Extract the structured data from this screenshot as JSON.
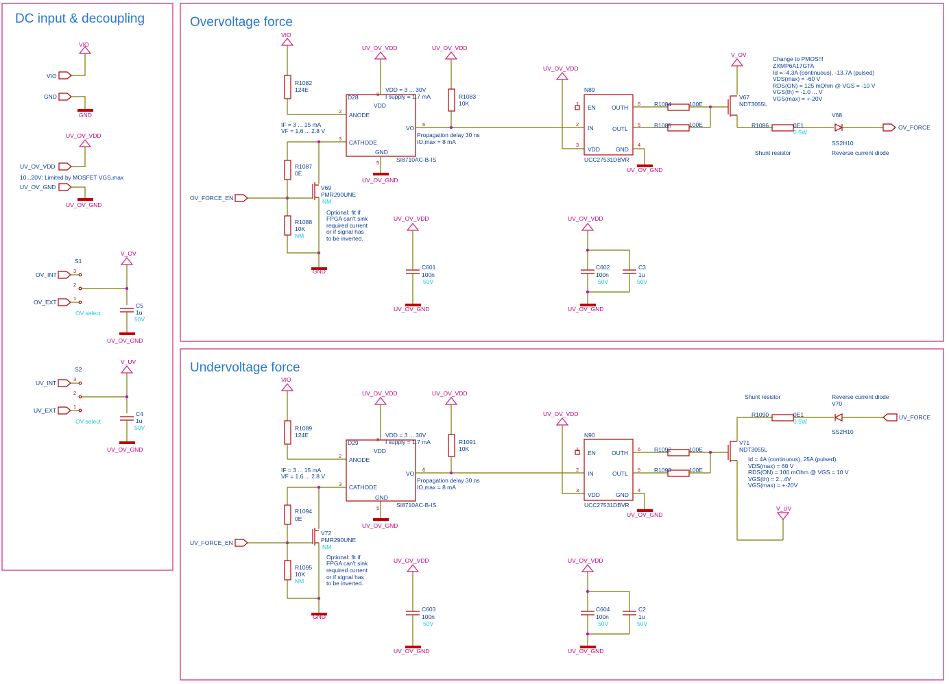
{
  "sections": {
    "dc": "DC input & decoupling",
    "ov": "Overvoltage force",
    "uv": "Undervoltage force"
  },
  "dc": {
    "vio": "VIO",
    "vio_port": "VIO",
    "gnd_port": "GND",
    "gnd": "GND",
    "uv_ov_vdd": "UV_OV_VDD",
    "uv_ov_vdd_port": "UV_OV_VDD",
    "note": "10...20V: Limited by MOSFET VGS,max",
    "uv_ov_gnd_port": "UV_OV_GND",
    "uv_ov_gnd": "UV_OV_GND",
    "s1": "S1",
    "v_ov": "V_OV",
    "ov_int": "OV_INT",
    "ov_ext": "OV_EXT",
    "ov_select": "OV select",
    "c5": "C5",
    "c5_val": "1u",
    "c5_v": "50V",
    "gnd1": "UV_OV_GND",
    "s2": "S2",
    "v_uv": "V_UV",
    "uv_int": "UV_INT",
    "uv_ext": "UV_EXT",
    "ov_select2": "OV select",
    "c4": "C4",
    "c4_val": "1u",
    "c4_v": "50V",
    "gnd2": "UV_OV_GND"
  },
  "ov": {
    "vio": "VIO",
    "r_a": "R1082",
    "r_a_val": "124E",
    "if": "IF = 3 ... 15 mA",
    "vf": "VF = 1.6 ... 2.8 V",
    "r_b": "R1087",
    "r_b_val": "0E",
    "r_c": "R1088",
    "r_c_val": "10K",
    "r_c_nm": "NM",
    "force_en": "OV_FORCE_EN",
    "q_small": "V69",
    "q_small_part": "PMR290UNE",
    "q_small_nm": "NM",
    "optional": [
      "Optional: fit if",
      "FPGA can't sink",
      "required current",
      "or if signal has",
      "to be inverted."
    ],
    "gnd": "GND",
    "iso": "D28",
    "iso_anode": "ANODE",
    "iso_cathode": "CATHODE",
    "iso_vdd": "VDD",
    "iso_gnd": "GND",
    "iso_vo": "VO",
    "iso_part": "SI8710AC-B-IS",
    "iso_spec1": "VDD = 3 ... 30V",
    "iso_spec2": "I supply = 1.7 mA",
    "prop1": "Propagation delay 30 ns",
    "prop2": "IO,max = 8 mA",
    "vdd1": "UV_OV_VDD",
    "gnd5": "UV_OV_GND",
    "vdd2": "UV_OV_VDD",
    "r_pu": "R1083",
    "r_pu_val": "10K",
    "vdd3": "UV_OV_VDD",
    "drv": "N89",
    "drv_en": "EN",
    "drv_in": "IN",
    "drv_vdd": "VDD",
    "drv_outh": "OUTH",
    "drv_outl": "OUTL",
    "drv_gnd": "GND",
    "drv_part": "UCC27531DBVR",
    "drv_gndnet": "UV_OV_GND",
    "r_h": "R1084",
    "r_h_val": "100E",
    "r_l": "R1085",
    "r_l_val": "100E",
    "rail": "V_OV",
    "fet": "V67",
    "fet_part": "NDT3055L",
    "change": [
      "Change to PMOS!!!",
      "ZXMP6A17GTA",
      "Id = -4.3A (continuous), -13.7A (pulsed)",
      "VDS(max) = -60 V",
      "RDS(ON) = 125 mOhm @ VGS = -10 V",
      "VGS(th) = -1.0 ... V",
      "VGS(max) = +-20V"
    ],
    "shunt": "R1086",
    "shunt_val": "0E1",
    "shunt_w": "0.5W",
    "shunt_lbl": "Shunt resistor",
    "diode": "V68",
    "diode_part": "SS2H10",
    "diode_lbl": "Reverse current diode",
    "out": "OV_FORCE",
    "c601": "C601",
    "c601_val": "100n",
    "c601_v": "50V",
    "c601_vdd": "UV_OV_VDD",
    "c601_gnd": "UV_OV_GND",
    "c602": "C602",
    "c602_val": "100n",
    "c602_v": "50V",
    "c3": "C3",
    "c3_val": "1u",
    "c3_v": "50V",
    "c602_vdd": "UV_OV_VDD",
    "c602_gnd": "UV_OV_GND"
  },
  "uv": {
    "vio": "VIO",
    "r_a": "R1089",
    "r_a_val": "124E",
    "if": "IF = 3 ... 15 mA",
    "vf": "VF = 1.6 ... 2.8 V",
    "r_b": "R1094",
    "r_b_val": "0E",
    "r_c": "R1095",
    "r_c_val": "10K",
    "r_c_nm": "NM",
    "force_en": "UV_FORCE_EN",
    "q_small": "V72",
    "q_small_part": "PMR290UNE",
    "q_small_nm": "NM",
    "optional": [
      "Optional: fit if",
      "FPGA can't sink",
      "required current",
      "or if signal has",
      "to be inverted."
    ],
    "gnd": "GND",
    "iso": "D29",
    "iso_anode": "ANODE",
    "iso_cathode": "CATHODE",
    "iso_vdd": "VDD",
    "iso_gnd": "GND",
    "iso_vo": "VO",
    "iso_part": "SI8710AC-B-IS",
    "iso_spec1": "VDD = 3 ... 30V",
    "iso_spec2": "I supply = 1.7 mA",
    "prop1": "Propagation delay 30 ns",
    "prop2": "IO,max = 8 mA",
    "vdd1": "UV_OV_VDD",
    "gnd5": "UV_OV_GND",
    "vdd2": "UV_OV_VDD",
    "r_pu": "R1091",
    "r_pu_val": "10K",
    "vdd3": "UV_OV_VDD",
    "drv": "N90",
    "drv_en": "EN",
    "drv_in": "IN",
    "drv_vdd": "VDD",
    "drv_outh": "OUTH",
    "drv_outl": "OUTL",
    "drv_gnd": "GND",
    "drv_part": "UCC27531DBVR",
    "drv_gndnet": "UV_OV_GND",
    "r_h": "R1092",
    "r_h_val": "100E",
    "r_l": "R1093",
    "r_l_val": "100E",
    "rail": "V_UV",
    "fet": "V71",
    "fet_part": "NDT3055L",
    "spec": [
      "Id = 4A (continuous), 25A (pulsed)",
      "VDS(max) = 60 V",
      "RDS(ON) = 100 mOhm @ VGS = 10 V",
      "VGS(th) = 2...4V",
      "VGS(max) = +-20V"
    ],
    "shunt": "R1090",
    "shunt_val": "0E1",
    "shunt_w": "0.5W",
    "shunt_lbl": "Shunt resistor",
    "diode": "V70",
    "diode_part": "SS2H10",
    "diode_lbl": "Reverse current diode",
    "out": "UV_FORCE",
    "c603": "C603",
    "c603_val": "100n",
    "c603_v": "50V",
    "c603_vdd": "UV_OV_VDD",
    "c603_gnd": "UV_OV_GND",
    "c604": "C604",
    "c604_val": "100n",
    "c604_v": "50V",
    "c2": "C2",
    "c2_val": "1u",
    "c2_v": "50V",
    "c604_vdd": "UV_OV_VDD",
    "c604_gnd": "UV_OV_GND"
  }
}
